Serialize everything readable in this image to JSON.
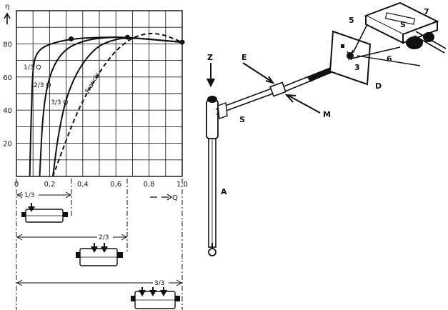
{
  "chart": {
    "y_axis_symbol": "η",
    "x_axis_symbol": "Q",
    "y_ticks": [
      "20",
      "40",
      "60",
      "80"
    ],
    "x_ticks": [
      "0",
      "0,2",
      "0,4",
      "0,6",
      "0,8",
      "1,0"
    ],
    "curve_labels": {
      "one_third": "1/3 Q",
      "two_thirds": "2/3 Q",
      "three_thirds": "3/3 Q",
      "francis": "Francis"
    }
  },
  "chart_data": {
    "type": "line",
    "x_axis_symbol": "Q",
    "y_axis_symbol": "η",
    "xlim": [
      0,
      1.0
    ],
    "ylim": [
      0,
      100
    ],
    "x_ticks": [
      0,
      0.2,
      0.4,
      0.6,
      0.8,
      1.0
    ],
    "y_ticks": [
      20,
      40,
      60,
      80
    ],
    "grid": true,
    "series": [
      {
        "name": "1/3 Q",
        "style": "solid",
        "points": [
          [
            0.08,
            0
          ],
          [
            0.09,
            40
          ],
          [
            0.1,
            68
          ],
          [
            0.13,
            76
          ],
          [
            0.2,
            80
          ],
          [
            0.33,
            83
          ],
          [
            0.5,
            84
          ],
          [
            0.67,
            84
          ],
          [
            1.0,
            81
          ]
        ]
      },
      {
        "name": "2/3 Q",
        "style": "solid",
        "points": [
          [
            0.14,
            0
          ],
          [
            0.16,
            40
          ],
          [
            0.2,
            62
          ],
          [
            0.28,
            76
          ],
          [
            0.4,
            82
          ],
          [
            0.55,
            84
          ],
          [
            0.67,
            84
          ],
          [
            1.0,
            81
          ]
        ]
      },
      {
        "name": "3/3 Q",
        "style": "solid",
        "points": [
          [
            0.22,
            0
          ],
          [
            0.25,
            24
          ],
          [
            0.3,
            48
          ],
          [
            0.38,
            66
          ],
          [
            0.48,
            78
          ],
          [
            0.57,
            82
          ],
          [
            0.67,
            84
          ],
          [
            1.0,
            81
          ]
        ]
      },
      {
        "name": "Francis",
        "style": "dashed",
        "points": [
          [
            0.22,
            0
          ],
          [
            0.3,
            22
          ],
          [
            0.38,
            42
          ],
          [
            0.47,
            58
          ],
          [
            0.55,
            70
          ],
          [
            0.62,
            78
          ],
          [
            0.72,
            85
          ],
          [
            0.85,
            87
          ],
          [
            1.0,
            81
          ]
        ]
      }
    ]
  },
  "diagram": {
    "dimension_labels": {
      "one_third": "1/3",
      "two_thirds": "2/3",
      "three_thirds": "3/3"
    },
    "parts": {
      "Z": "Z",
      "E": "E",
      "M": "M",
      "S_lower": "S",
      "S_upper": "S",
      "A": "A",
      "D": "D",
      "num_3": "3",
      "num_5": "5",
      "num_6": "6",
      "num_7": "7"
    }
  }
}
